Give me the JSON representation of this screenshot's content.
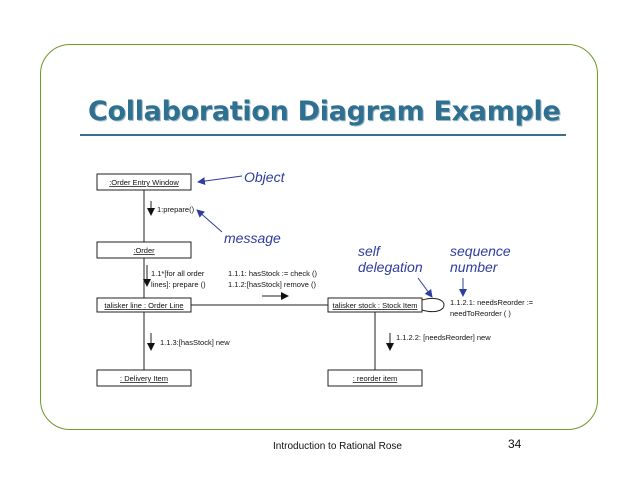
{
  "slide": {
    "title": "Collaboration Diagram Example",
    "footer": "Introduction to Rational Rose",
    "page_number": "34"
  },
  "colors": {
    "title": "#2f6f8f",
    "frame": "#6e9a2a",
    "callout": "#2e3d9e"
  },
  "objects": {
    "order_entry_window": ":Order Entry Window",
    "order": ":Order",
    "order_line": "talisker line : Order Line",
    "stock_item": "talisker stock : Stock Item",
    "delivery_item": ": Delivery Item",
    "reorder_item": ": reorder item"
  },
  "messages": {
    "prepare": "1:prepare()",
    "prepare_lines_1": "1.1*[for all order",
    "prepare_lines_2": "lines]: prepare ()",
    "has_stock_1": "1.1.1: hasStock := check ()",
    "has_stock_2": "1.1.2:[hasStock] remove ()",
    "needs_reorder_1": "1.1.2.1: needsReorder :=",
    "needs_reorder_2": "needToReorder ( )",
    "delivery_new": "1.1.3:[hasStock] new",
    "reorder_new": "1.1.2.2: [needsReorder] new"
  },
  "callouts": {
    "object": "Object",
    "message": "message",
    "self_delegation_1": "self",
    "self_delegation_2": "delegation",
    "sequence_number_1": "sequence",
    "sequence_number_2": "number"
  }
}
